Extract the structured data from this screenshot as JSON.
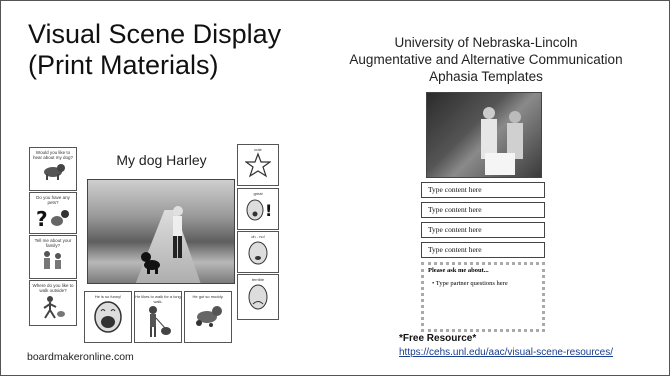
{
  "slide": {
    "title_line1": "Visual Scene Display",
    "title_line2": "(Print Materials)",
    "org_line1": "University of Nebraska-Lincoln",
    "org_line2": "Augmentative and Alternative Communication",
    "org_line3": "Aphasia Templates",
    "credit": "boardmakeronline.com",
    "free_label": "*Free Resource*",
    "link": "https://cehs.unl.edu/aac/visual-scene-resources/"
  },
  "board": {
    "title": "My dog Harley",
    "side_cards": [
      {
        "caption": "Would you like to hear about my dog?",
        "icon": "dog-icon"
      },
      {
        "caption": "Do you have any pets?",
        "icon": "pets-question-icon"
      },
      {
        "caption": "Tell me about your family?",
        "icon": "family-icon"
      },
      {
        "caption": "Where do you like to walk outside?",
        "icon": "walking-icon"
      }
    ],
    "bottom_cards": [
      {
        "caption": "He is so funny!",
        "icon": "laughing-face-icon"
      },
      {
        "caption": "He likes to walk for a long walk.",
        "icon": "walk-dog-icon"
      },
      {
        "caption": "He got so muddy.",
        "icon": "muddy-dog-icon"
      }
    ],
    "right_cards": [
      {
        "caption": "cute",
        "icon": "star-icon"
      },
      {
        "caption": "great",
        "icon": "surprised-face-icon"
      },
      {
        "caption": "oh - no!",
        "icon": "worried-face-icon"
      },
      {
        "caption": "terrible",
        "icon": "sad-face-icon"
      }
    ]
  },
  "template": {
    "fields": [
      "Type content here",
      "Type content here",
      "Type content here",
      "Type content here"
    ],
    "ask_heading": "Please ask me about...",
    "ask_item": "Type partner questions here"
  }
}
